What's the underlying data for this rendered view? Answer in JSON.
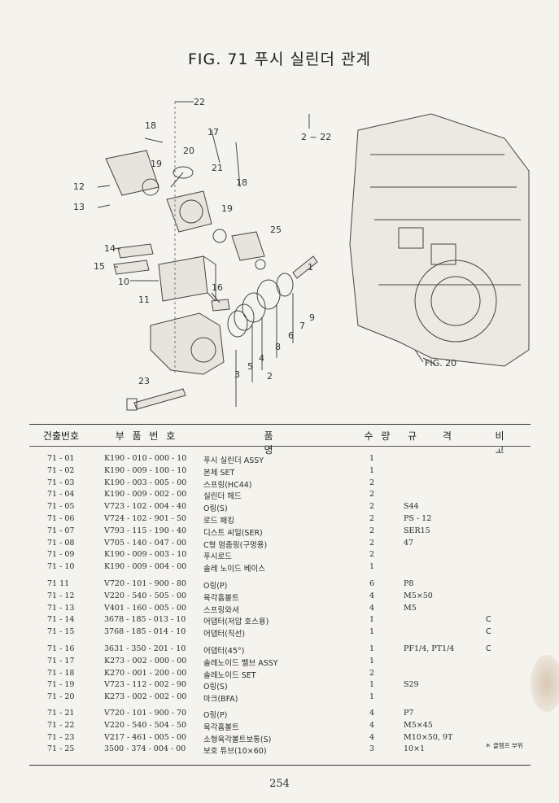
{
  "title": "FIG. 71 푸시 실린더 관계",
  "page_number": "254",
  "diagram": {
    "callouts": [
      "22",
      "18",
      "2 ~ 22",
      "20",
      "17",
      "19",
      "21",
      "12",
      "18",
      "13",
      "19",
      "25",
      "14",
      "15",
      "10",
      "16",
      "11",
      "1",
      "9",
      "7",
      "6",
      "8",
      "4",
      "5",
      "3",
      "2",
      "23",
      "FIG. 20"
    ]
  },
  "table": {
    "headers": {
      "no": "건출번호",
      "part": "부 품 번 호",
      "name": "품 명",
      "qty": "수 량",
      "spec": "규 격",
      "note": "비 고"
    },
    "rows": [
      {
        "no": "71 - 01",
        "part": "K190 - 010 - 000 - 10",
        "name": "푸시 실린더 ASSY",
        "qty": "1",
        "spec": "",
        "note": ""
      },
      {
        "no": "71 - 02",
        "part": "K190 - 009 - 100 - 10",
        "name": "본체 SET",
        "qty": "1",
        "spec": "",
        "note": ""
      },
      {
        "no": "71 - 03",
        "part": "K190 - 003 - 005 - 00",
        "name": "스프링(HC44)",
        "qty": "2",
        "spec": "",
        "note": ""
      },
      {
        "no": "71 - 04",
        "part": "K190 - 009 - 002 - 00",
        "name": "실린더 헤드",
        "qty": "2",
        "spec": "",
        "note": ""
      },
      {
        "no": "71 - 05",
        "part": "V723 - 102 - 004 - 40",
        "name": "O링(S)",
        "qty": "2",
        "spec": "S44",
        "note": ""
      },
      {
        "no": "71 - 06",
        "part": "V724 - 102 - 901 - 50",
        "name": "로드 패킹",
        "qty": "2",
        "spec": "PS - 12",
        "note": ""
      },
      {
        "no": "71 - 07",
        "part": "V793 - 115 - 190 - 40",
        "name": "디스트 씨일(SER)",
        "qty": "2",
        "spec": "SER15",
        "note": ""
      },
      {
        "no": "71 - 08",
        "part": "V705 - 140 - 047 - 00",
        "name": "C형 멈춤링(구멍용)",
        "qty": "2",
        "spec": "47",
        "note": ""
      },
      {
        "no": "71 - 09",
        "part": "K190 - 009 - 003 - 10",
        "name": "푸시로드",
        "qty": "2",
        "spec": "",
        "note": ""
      },
      {
        "no": "71 - 10",
        "part": "K190 - 009 - 004 - 00",
        "name": "솔레 노이드 베이스",
        "qty": "1",
        "spec": "",
        "note": ""
      },
      {
        "no": "71 11",
        "part": "V720 - 101 - 900 - 80",
        "name": "O링(P)",
        "qty": "6",
        "spec": "P8",
        "note": ""
      },
      {
        "no": "71 - 12",
        "part": "V220 - 540 - 505 - 00",
        "name": "육각홈볼트",
        "qty": "4",
        "spec": "M5×50",
        "note": ""
      },
      {
        "no": "71 - 13",
        "part": "V401 - 160 - 005 - 00",
        "name": "스프링와셔",
        "qty": "4",
        "spec": "M5",
        "note": ""
      },
      {
        "no": "71 - 14",
        "part": "3678 - 185 - 013 - 10",
        "name": "어댑터(저압 호스용)",
        "qty": "1",
        "spec": "",
        "note": "C"
      },
      {
        "no": "71 - 15",
        "part": "3768 - 185 - 014 - 10",
        "name": "어댑터(직선)",
        "qty": "1",
        "spec": "",
        "note": "C"
      },
      {
        "no": "71 - 16",
        "part": "3631 - 350 - 201 - 10",
        "name": "어댑터(45°)",
        "qty": "1",
        "spec": "PF1/4, PT1/4",
        "note": "C"
      },
      {
        "no": "71 - 17",
        "part": "K273 - 002 - 000 - 00",
        "name": "솔레노이드 밸브 ASSY",
        "qty": "1",
        "spec": "",
        "note": ""
      },
      {
        "no": "71 - 18",
        "part": "K270 - 001 - 200 - 00",
        "name": "솔레노이드 SET",
        "qty": "2",
        "spec": "",
        "note": ""
      },
      {
        "no": "71 - 19",
        "part": "V723 - 112 - 002 - 90",
        "name": "O링(S)",
        "qty": "1",
        "spec": "S29",
        "note": ""
      },
      {
        "no": "71 - 20",
        "part": "K273 - 002 - 002 - 00",
        "name": "마크(BFA)",
        "qty": "1",
        "spec": "",
        "note": ""
      },
      {
        "no": "71 - 21",
        "part": "V720 - 101 - 900 - 70",
        "name": "O링(P)",
        "qty": "4",
        "spec": "P7",
        "note": ""
      },
      {
        "no": "71 - 22",
        "part": "V220 - 540 - 504 - 50",
        "name": "육각홈볼트",
        "qty": "4",
        "spec": "M5×45",
        "note": ""
      },
      {
        "no": "71 - 23",
        "part": "V217 - 461 - 005 - 00",
        "name": "소형육각볼트보통(S)",
        "qty": "4",
        "spec": "M10×50, 9T",
        "note": ""
      },
      {
        "no": "71 - 25",
        "part": "3500 - 374 - 004 - 00",
        "name": "보호 튜브(10×60)",
        "qty": "3",
        "spec": "10×1",
        "note": ""
      }
    ],
    "footnote": "＊ 클램프 부위"
  }
}
